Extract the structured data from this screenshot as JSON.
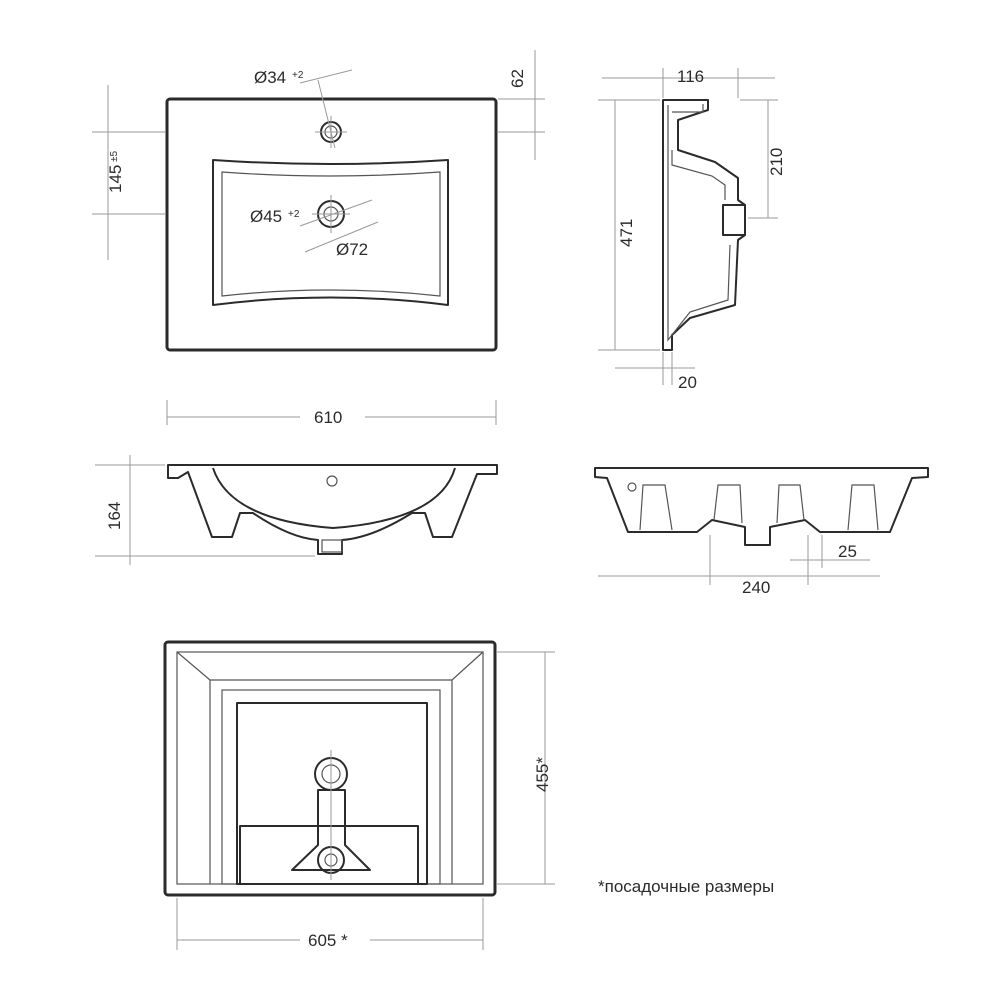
{
  "top_view": {
    "dim_faucet_hole": "Ø34",
    "dim_faucet_hole_tol": "+2",
    "dim_drain_hole": "Ø45",
    "dim_drain_hole_tol": "+2",
    "dim_drain_outer": "Ø72",
    "dim_back_to_faucet": "62",
    "dim_front_depth": "145",
    "dim_front_depth_tol": "±5",
    "dim_width": "610"
  },
  "side_view": {
    "dim_top": "116",
    "dim_height": "471",
    "dim_overflow": "210",
    "dim_rim": "20"
  },
  "front_section": {
    "dim_height": "164"
  },
  "side_section": {
    "dim_drain_offset": "240",
    "dim_drain_width": "25"
  },
  "bottom_view": {
    "dim_width": "605 *",
    "dim_depth": "455*"
  },
  "footnote": "*посадочные размеры"
}
